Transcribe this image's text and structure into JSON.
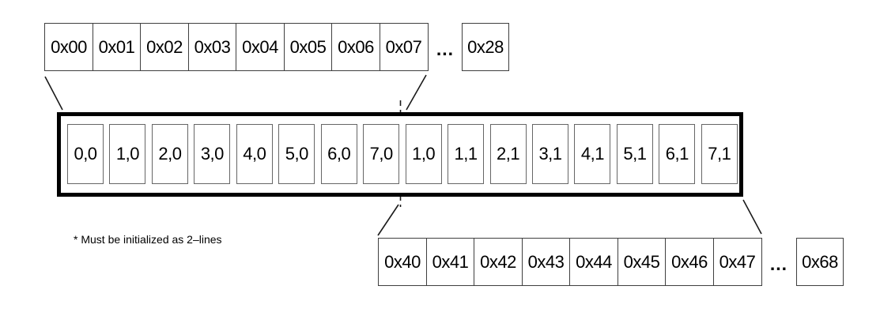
{
  "top_row": {
    "cells": [
      "0x00",
      "0x01",
      "0x02",
      "0x03",
      "0x04",
      "0x05",
      "0x06",
      "0x07"
    ],
    "ellipsis": "...",
    "last_cell": "0x28"
  },
  "line_buffer": {
    "cells": [
      "0,0",
      "1,0",
      "2,0",
      "3,0",
      "4,0",
      "5,0",
      "6,0",
      "7,0",
      "1,0",
      "1,1",
      "2,1",
      "3,1",
      "4,1",
      "5,1",
      "6,1",
      "7,1"
    ]
  },
  "bottom_row": {
    "cells": [
      "0x40",
      "0x41",
      "0x42",
      "0x43",
      "0x44",
      "0x45",
      "0x46",
      "0x47"
    ],
    "ellipsis": "...",
    "last_cell": "0x68"
  },
  "note": {
    "text": "* Must be initialized as 2–lines"
  },
  "colors": {
    "background": "#ffffff",
    "thin_border": "#3f3f3f",
    "buffer_cell_border": "#666666",
    "thick_border": "#000000",
    "text": "#000000"
  }
}
